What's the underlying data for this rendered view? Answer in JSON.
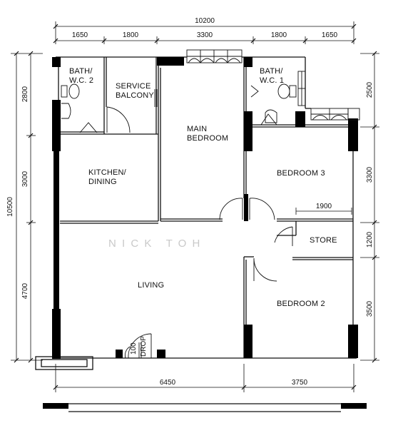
{
  "dimensions": {
    "top_total": "10200",
    "top_segments": [
      "1650",
      "1800",
      "3300",
      "1800",
      "1650"
    ],
    "left_total": "10500",
    "left_segments": [
      "2800",
      "3000",
      "4700"
    ],
    "right_segments": [
      "2500",
      "3300",
      "1200",
      "3500"
    ],
    "bottom_segments": [
      "6450",
      "3750"
    ],
    "store_width": "1900"
  },
  "rooms": {
    "bath2": [
      "BATH/",
      "W.C. 2"
    ],
    "service_balcony": [
      "SERVICE",
      "BALCONY"
    ],
    "main_bedroom": [
      "MAIN",
      "BEDROOM"
    ],
    "bath1": [
      "BATH/",
      "W.C. 1"
    ],
    "kitchen_dining": [
      "KITCHEN/",
      "DINING"
    ],
    "bedroom3": "BEDROOM 3",
    "store": "STORE",
    "living": "LIVING",
    "bedroom2": "BEDROOM 2"
  },
  "door_label": [
    "100",
    "DROP"
  ],
  "watermark": "N I C K   T O H",
  "colors": {
    "wall": "#000000",
    "line": "#111111",
    "background": "#ffffff",
    "watermark": "#c9c9c9"
  }
}
